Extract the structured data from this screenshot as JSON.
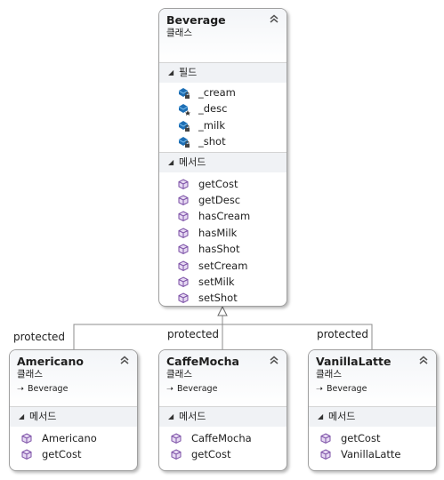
{
  "beverage": {
    "title": "Beverage",
    "kind": "클래스",
    "sections": {
      "fields": {
        "label": "필드",
        "items": [
          {
            "name": "_cream",
            "visibility": "private"
          },
          {
            "name": "_desc",
            "visibility": "protected"
          },
          {
            "name": "_milk",
            "visibility": "private"
          },
          {
            "name": "_shot",
            "visibility": "private"
          }
        ]
      },
      "methods": {
        "label": "메서드",
        "items": [
          "getCost",
          "getDesc",
          "hasCream",
          "hasMilk",
          "hasShot",
          "setCream",
          "setMilk",
          "setShot"
        ]
      }
    }
  },
  "subclasses": [
    {
      "title": "Americano",
      "kind": "클래스",
      "base": "Beverage",
      "methods_label": "메서드",
      "methods": [
        "Americano",
        "getCost"
      ],
      "inheritance_label": "protected"
    },
    {
      "title": "CaffeMocha",
      "kind": "클래스",
      "base": "Beverage",
      "methods_label": "메서드",
      "methods": [
        "CaffeMocha",
        "getCost"
      ],
      "inheritance_label": "protected"
    },
    {
      "title": "VanillaLatte",
      "kind": "클래스",
      "base": "Beverage",
      "methods_label": "메서드",
      "methods": [
        "getCost",
        "VanillaLatte"
      ],
      "inheritance_label": "protected"
    }
  ],
  "colors": {
    "field_icon": "#1e6fb5",
    "method_icon": "#7b4fa6",
    "border": "#a0a0a0"
  },
  "icons": {
    "collapse": "double-chevron-up-icon",
    "section_toggle": "triangle-icon",
    "field": "field-icon",
    "method": "method-icon",
    "base_arrow": "inheritance-arrow-icon"
  }
}
